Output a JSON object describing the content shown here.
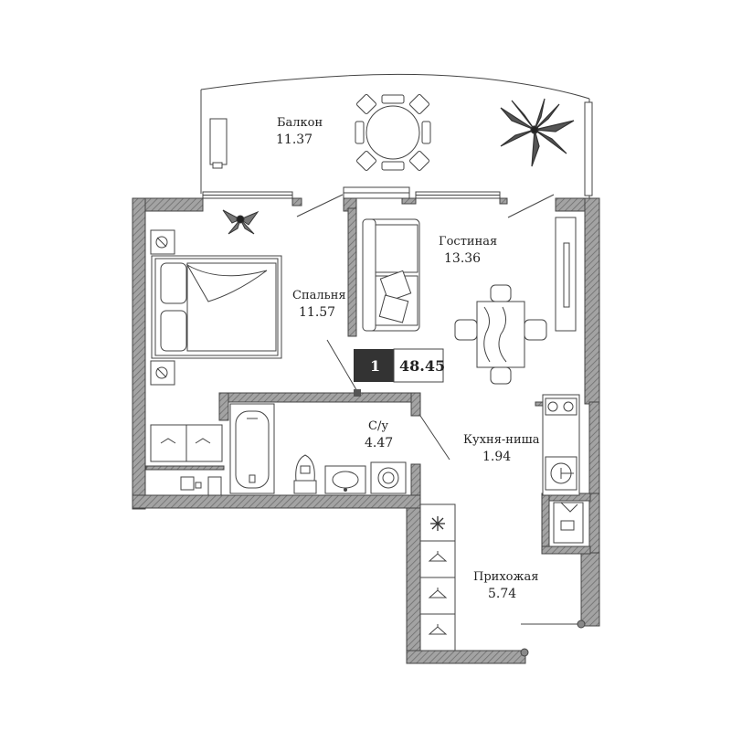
{
  "apartment": {
    "rooms_count": "1",
    "total_area": "48.45"
  },
  "rooms": {
    "balcony": {
      "name": "Балкон",
      "area": "11.37"
    },
    "living": {
      "name": "Гостиная",
      "area": "13.36"
    },
    "bedroom": {
      "name": "Спальня",
      "area": "11.57"
    },
    "bathroom": {
      "name": "С/у",
      "area": "4.47"
    },
    "kitchen": {
      "name": "Кухня-ниша",
      "area": "1.94"
    },
    "hallway": {
      "name": "Прихожая",
      "area": "5.74"
    }
  },
  "colors": {
    "wall_fill": "#9a9a9a",
    "line": "#444444",
    "badge_dark": "#333333"
  },
  "icons": {
    "fridge": "snowflake-icon"
  }
}
